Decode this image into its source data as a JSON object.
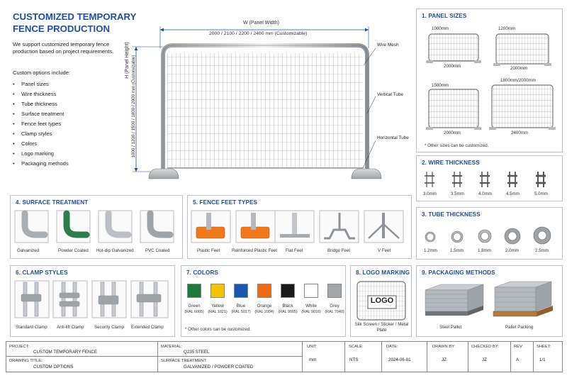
{
  "header": {
    "title": "CUSTOMIZED TEMPORARY FENCE PRODUCTION",
    "intro": "We support customized temporary fence production based on project requirements.",
    "options_heading": "Custom options include:",
    "options": [
      "Panel sizes",
      "Wire thickness",
      "Tube thickness",
      "Surface treatment",
      "Fence feet types",
      "Clamp styles",
      "Colors",
      "Logo marking",
      "Packaging methods"
    ]
  },
  "main_drawing": {
    "width_label": "W (Panel Width)",
    "width_values": "2000 / 2100 / 2200 / 2400 mm (Customizable)",
    "height_label": "H (Panel Height)",
    "height_values": "1000 / 1200 / 1500 / 1800 / 2000 mm (Customizable)",
    "callouts": [
      "Wire Mesh",
      "Vertical Tube",
      "Horizontal Tube"
    ]
  },
  "panel_sizes": {
    "title": "1. PANEL SIZES",
    "items": [
      {
        "top": "1000mm",
        "bottom": "2000mm"
      },
      {
        "top": "1200mm",
        "bottom": "2000mm"
      },
      {
        "top": "1500mm",
        "bottom": "2000mm"
      },
      {
        "top": "1800mm/2000mm",
        "bottom": "2400mm"
      }
    ],
    "note": "* Other sizes can be customized."
  },
  "wire_thickness": {
    "title": "2. WIRE THICKNESS",
    "items": [
      "3.0mm",
      "3.5mm",
      "4.0mm",
      "4.5mm",
      "5.0mm"
    ]
  },
  "tube_thickness": {
    "title": "3. TUBE THICKNESS",
    "items": [
      "1.2mm",
      "1.5mm",
      "1.8mm",
      "2.0mm",
      "2.5mm"
    ]
  },
  "surface_treatment": {
    "title": "4. SURFACE TREATMENT",
    "items": [
      "Galvanized",
      "Powder Coated",
      "Hot-dip Galvanized",
      "PVC Coated"
    ]
  },
  "fence_feet": {
    "title": "5. FENCE FEET TYPES",
    "items": [
      "Plastic Feet",
      "Reinforced Plastic Feet",
      "Flat Feet",
      "Bridge Feet",
      "V Feet"
    ]
  },
  "clamp_styles": {
    "title": "6. CLAMP STYLES",
    "items": [
      "Standard Clamp",
      "Anti-lift Clamp",
      "Security Clamp",
      "Extended Clamp"
    ]
  },
  "colors": {
    "title": "7. COLORS",
    "items": [
      {
        "name": "Green",
        "ral": "(RAL 6005)",
        "hex": "#1e7a3a"
      },
      {
        "name": "Yellow",
        "ral": "(RAL 1021)",
        "hex": "#f2c500"
      },
      {
        "name": "Blue",
        "ral": "(RAL 5017)",
        "hex": "#1858b5"
      },
      {
        "name": "Orange",
        "ral": "(RAL 2004)",
        "hex": "#f06a12"
      },
      {
        "name": "Black",
        "ral": "(RAL 9005)",
        "hex": "#1a1a1a"
      },
      {
        "name": "White",
        "ral": "(RAL 9016)",
        "hex": "#ffffff"
      },
      {
        "name": "Grey",
        "ral": "(RAL 7040)",
        "hex": "#a3a6a8"
      }
    ],
    "note": "* Other colors can be customized."
  },
  "logo_marking": {
    "title": "8. LOGO MARKING",
    "logo_text": "LOGO",
    "caption": "Silk Screen / Sticker / Metal Plate"
  },
  "packaging": {
    "title": "9. PACKAGING METHODS",
    "items": [
      "Steel Pallet",
      "Pallet Packing"
    ]
  },
  "title_block": {
    "project_label": "PROJECT:",
    "project_value": "CUSTOM TEMPORARY FENCE",
    "drawing_title_label": "DRAWING TITLE:",
    "drawing_title_value": "CUSTOM OPTIONS",
    "material_label": "MATERIAL:",
    "material_value": "Q235 STEEL",
    "surface_label": "SURFACE TREATMENT:",
    "surface_value": "GALVANIZED / POWDER COATED",
    "unit_label": "UNIT:",
    "unit_value": "mm",
    "scale_label": "SCALE:",
    "scale_value": "NTS",
    "date_label": "DATE:",
    "date_value": "2024-06-01",
    "drawn_label": "DRAWN BY:",
    "drawn_value": "JZ",
    "checked_label": "CHECKED BY:",
    "checked_value": "JZ",
    "rev_label": "REV:",
    "rev_value": "A",
    "sheet_label": "SHEET:",
    "sheet_value": "1/1"
  }
}
